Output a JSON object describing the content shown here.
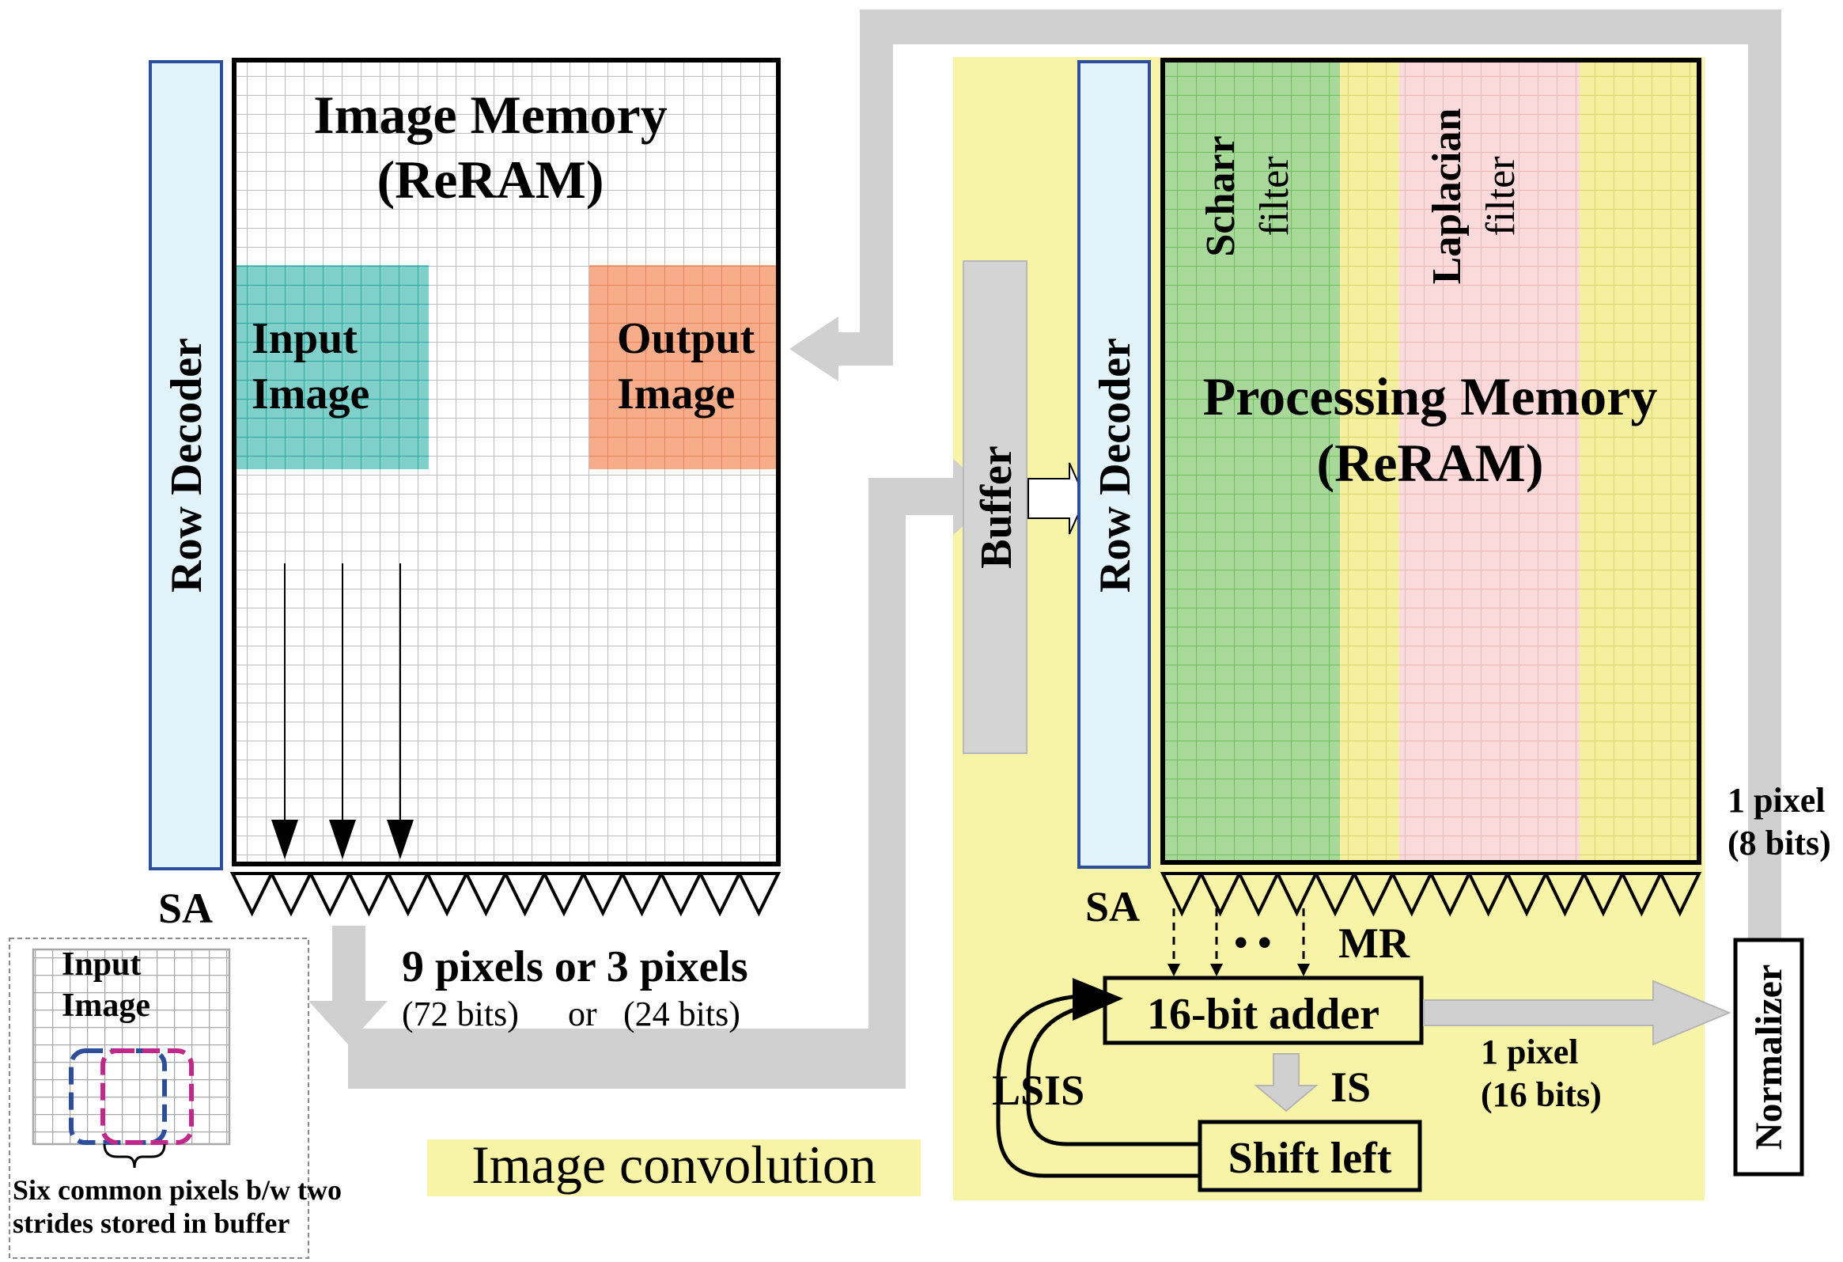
{
  "image_memory": {
    "title_line1": "Image Memory",
    "title_line2": "(ReRAM)",
    "row_decoder_label": "Row Decoder",
    "sa_label": "SA",
    "input_image_line1": "Input",
    "input_image_line2": "Image",
    "output_image_line1": "Output",
    "output_image_line2": "Image"
  },
  "transfer": {
    "pixels_line": "9 pixels or 3 pixels",
    "bits_left": "(72 bits)",
    "bits_or": "or",
    "bits_right": "(24 bits)"
  },
  "inset": {
    "title_line1": "Input",
    "title_line2": "Image",
    "caption_line1": "Six common pixels b/w two",
    "caption_line2": "strides stored in buffer"
  },
  "buffer_label": "Buffer",
  "processing_memory": {
    "title_line1": "Processing Memory",
    "title_line2": "(ReRAM)",
    "row_decoder_label": "Row Decoder",
    "sa_label": "SA",
    "scharr_line1": "Scharr",
    "scharr_line2": "filter",
    "laplacian_line1": "Laplacian",
    "laplacian_line2": "filter"
  },
  "adder_logic": {
    "mr_label": "MR",
    "dots": "• •",
    "adder_label": "16-bit adder",
    "shift_label": "Shift left",
    "is_label": "IS",
    "lsis_label": "LSIS",
    "out_pixel_line1": "1 pixel",
    "out_pixel_line2": "(16 bits)"
  },
  "normalizer": {
    "label": "Normalizer",
    "pixel_line1": "1 pixel",
    "pixel_line2": "(8 bits)"
  },
  "caption": "Image convolution",
  "colors": {
    "input_teal": "#4fc1ba",
    "output_orange": "#f49a70",
    "yellow_panel": "#f7f3a7",
    "scharr_green": "#a9d99a",
    "laplacian_pink": "#fadada",
    "decoder_fill": "#e2f3fa",
    "decoder_border": "#2e4e9c",
    "arrow_gray": "#d0d0d0",
    "buffer_gray": "#d4d4d4",
    "inset_blue": "#2e4e9c",
    "inset_magenta": "#c0288a"
  }
}
